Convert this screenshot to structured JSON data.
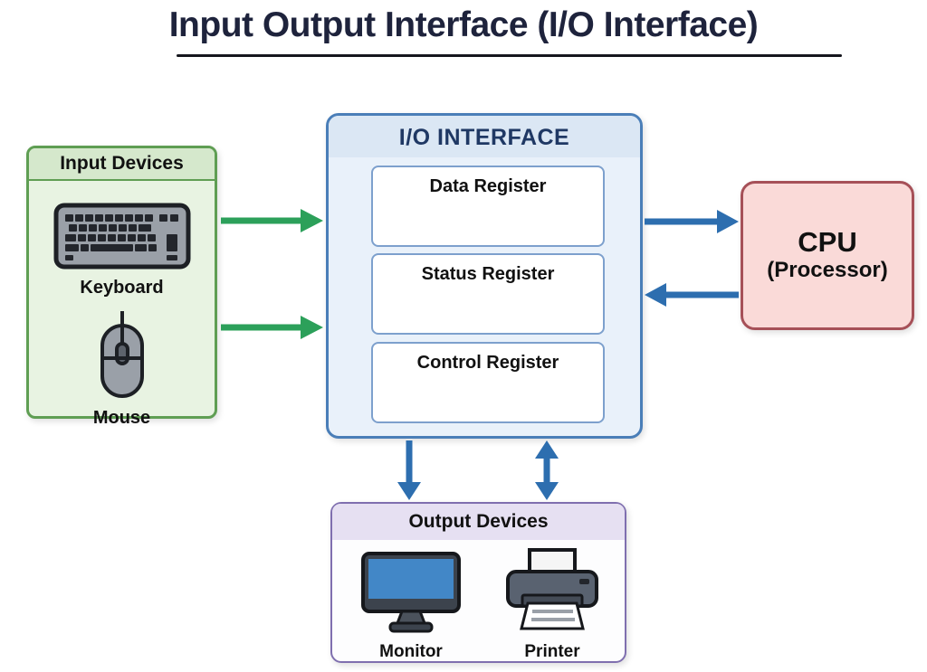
{
  "title": {
    "text": "Input Output Interface (I/O Interface)"
  },
  "input_devices": {
    "label": "Input Devices",
    "items": [
      {
        "label": "Keyboard"
      },
      {
        "label": "Mouse"
      }
    ]
  },
  "io_interface": {
    "label": "I/O INTERFACE",
    "registers": [
      {
        "label": "Data Register"
      },
      {
        "label": "Status Register"
      },
      {
        "label": "Control Register"
      }
    ]
  },
  "cpu": {
    "label": "CPU",
    "sublabel": "(Processor)"
  },
  "output_devices": {
    "label": "Output Devices",
    "items": [
      {
        "label": "Monitor"
      },
      {
        "label": "Printer"
      }
    ]
  },
  "connections": [
    {
      "from": "input-devices",
      "to": "io-interface",
      "color": "green",
      "direction": "right",
      "at": "keyboard-level"
    },
    {
      "from": "input-devices",
      "to": "io-interface",
      "color": "green",
      "direction": "right",
      "at": "mouse-level"
    },
    {
      "from": "io-interface",
      "to": "cpu",
      "color": "blue",
      "direction": "right"
    },
    {
      "from": "cpu",
      "to": "io-interface",
      "color": "blue",
      "direction": "left"
    },
    {
      "from": "io-interface",
      "to": "output-devices",
      "color": "blue",
      "direction": "down"
    },
    {
      "from": "io-interface",
      "to": "output-devices",
      "color": "blue",
      "direction": "both"
    }
  ],
  "colors": {
    "title": "#1e233c",
    "underline": "#15161d",
    "green-border": "#5f9e53",
    "green-header": "#d5e8cc",
    "green-body": "#e8f3e2",
    "green-arrow": "#2ca05a",
    "blue-border": "#4a7eb8",
    "blue-header": "#dbe7f4",
    "blue-body": "#e9f1fa",
    "io-title": "#1f3864",
    "register-border": "#7da0cd",
    "blue-arrow": "#2d6eaf",
    "red-border": "#a65058",
    "red-body": "#fadad8",
    "purple-border": "#7f6faf",
    "purple-header": "#e6e0f2",
    "purple-body": "#fdfdfe",
    "monitor-screen": "#4287c7",
    "icon-dark": "#1d2025",
    "icon-gray": "#9aa0a8",
    "printer-gray": "#596270"
  }
}
